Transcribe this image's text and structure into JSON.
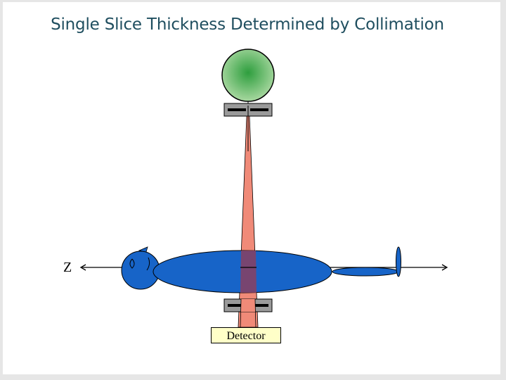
{
  "title": "Single Slice Thickness Determined by Collimation",
  "axis_label": "Z",
  "detector_label": "Detector",
  "colors": {
    "title": "#1f4e5f",
    "source_center": "#2e9e3e",
    "source_edge": "#a8d8a0",
    "beam": "#f08a78",
    "body": "#1764c8",
    "collimator": "#9a9a9a",
    "detector_fill": "#ffffc8"
  },
  "icons": {
    "source": "x-ray-tube-icon",
    "patient": "patient-body-icon"
  }
}
